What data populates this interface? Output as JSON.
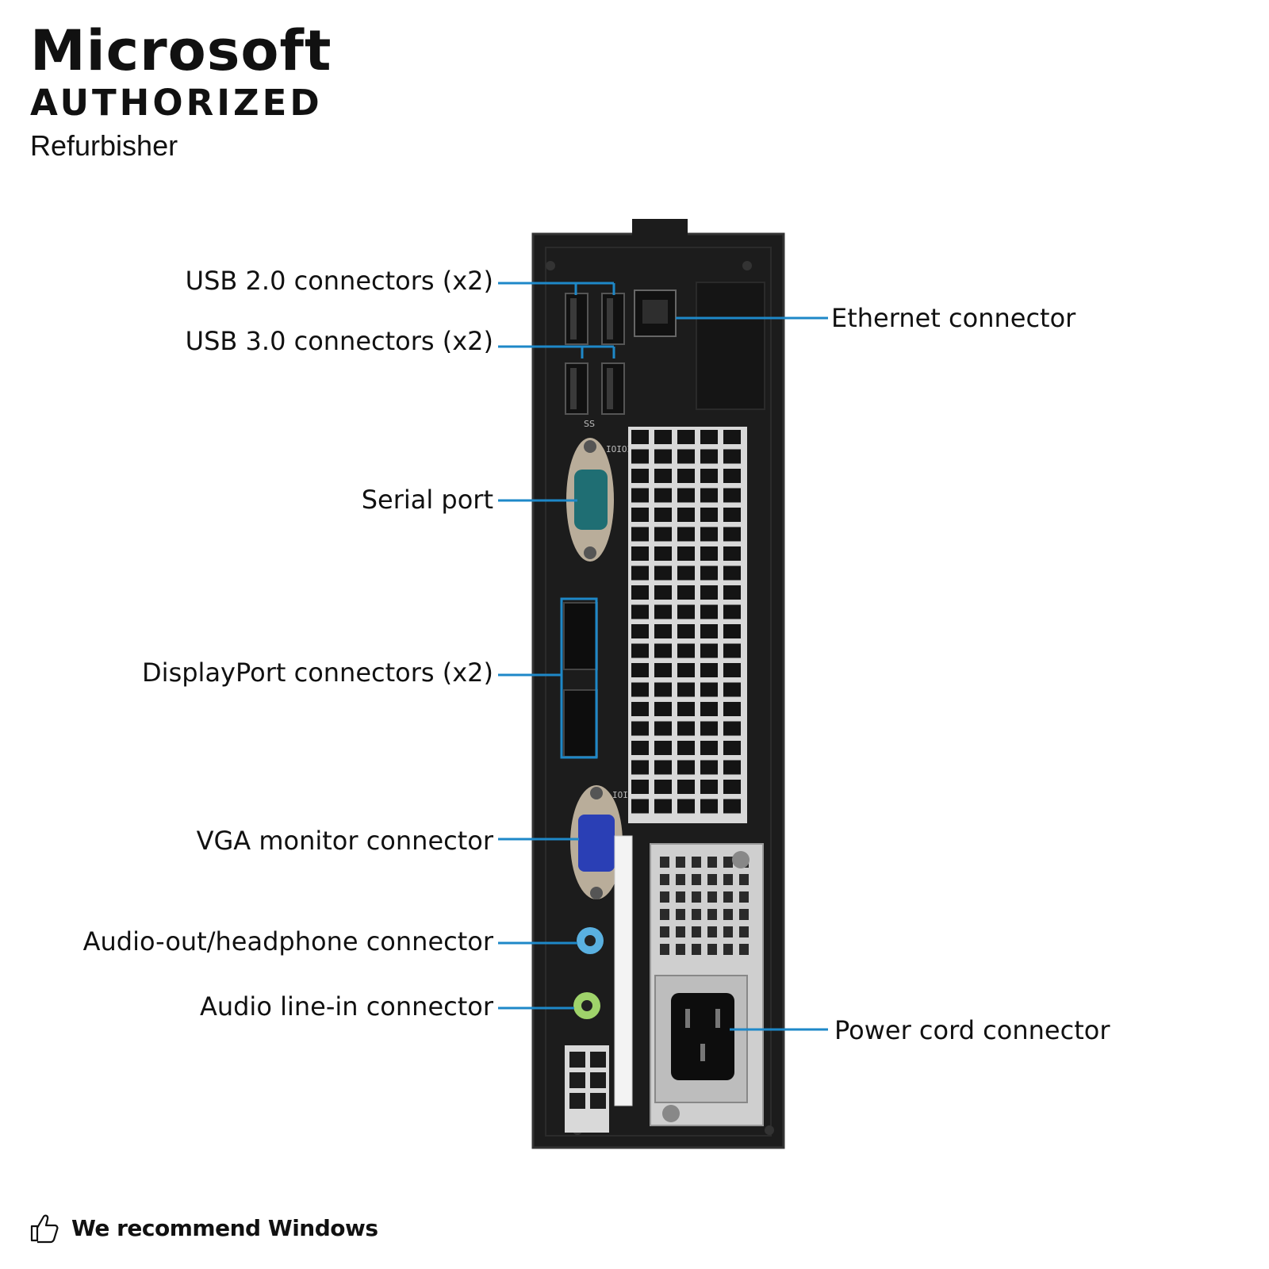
{
  "brand": {
    "line1": "Microsoft",
    "line2": "AUTHORIZED",
    "line3": "Refurbisher"
  },
  "labels": {
    "usb2": "USB 2.0 connectors (x2)",
    "usb3": "USB 3.0 connectors (x2)",
    "serial": "Serial port",
    "displayport": "DisplayPort connectors (x2)",
    "vga": "VGA monitor connector",
    "audio_out": "Audio-out/headphone connector",
    "audio_in": "Audio line-in connector",
    "ethernet": "Ethernet connector",
    "power": "Power cord connector"
  },
  "port_markings": {
    "usb3_logo": "SS",
    "serial_mark": "IOIOI",
    "vga_mark": "IOI"
  },
  "footer": {
    "text": "We recommend Windows",
    "icon": "thumbs-up-icon"
  },
  "colors": {
    "callout": "#1e88c8",
    "chassis": "#1c1c1c",
    "serial_port": "#1f6e73",
    "vga_port": "#2a3fb5",
    "audio_out": "#5ab0e0",
    "audio_in": "#9fd36a"
  }
}
